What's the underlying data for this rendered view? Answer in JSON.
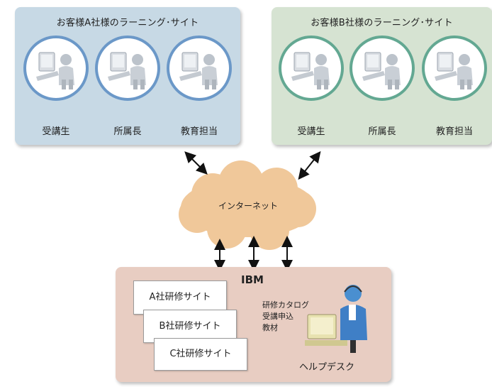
{
  "customer_a": {
    "title": "お客様A社様のラーニング･サイト",
    "roles": [
      "受講生",
      "所属長",
      "教育担当"
    ]
  },
  "customer_b": {
    "title": "お客様B社様のラーニング･サイト",
    "roles": [
      "受講生",
      "所属長",
      "教育担当"
    ]
  },
  "internet": {
    "label": "インターネット"
  },
  "ibm": {
    "title": "IBM",
    "sites": [
      "A社研修サイト",
      "B社研修サイト",
      "C社研修サイト"
    ],
    "services": [
      "研修カタログ",
      "受講申込",
      "教材"
    ],
    "helpdesk": "ヘルプデスク"
  },
  "colors": {
    "panel_a": "#c7d9e5",
    "panel_b": "#d6e3d2",
    "ring_a": "#6b98c8",
    "ring_b": "#63a892",
    "cloud": "#f0c89a",
    "ibm_panel": "#e8cdc2"
  }
}
